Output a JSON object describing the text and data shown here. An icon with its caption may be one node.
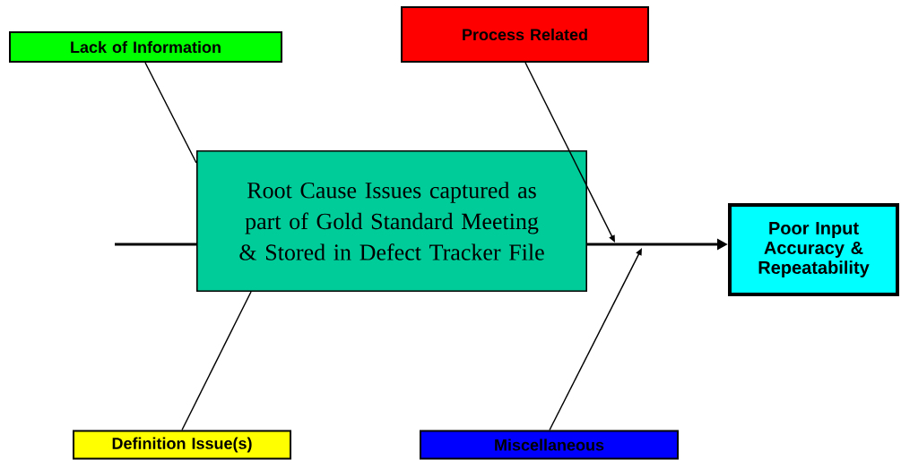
{
  "diagram": {
    "nodes": [
      {
        "text": [
          "Lack of Information"
        ]
      },
      {
        "text": [
          "Process Related"
        ]
      },
      {
        "text": [
          "Root Cause Issues captured as part of Gold Standard Meeting & Stored in Defect Tracker File"
        ]
      },
      {
        "text": [
          "Poor Input Accuracy & Repeatability"
        ]
      },
      {
        "text": [
          "Definition Issue(s)"
        ]
      },
      {
        "text": [
          "Miscellaneous"
        ]
      }
    ],
    "edges": [
      {
        "from": 0,
        "to": 2,
        "arrow": "none"
      },
      {
        "from": 1,
        "to": null,
        "arrow": "to"
      },
      {
        "from": null,
        "to": 2,
        "arrow": "none",
        "style": "thick"
      },
      {
        "from": 2,
        "to": 3,
        "arrow": "to",
        "style": "thick"
      },
      {
        "from": 4,
        "to": 2,
        "arrow": "none"
      },
      {
        "from": 5,
        "to": null,
        "arrow": "to"
      }
    ]
  }
}
